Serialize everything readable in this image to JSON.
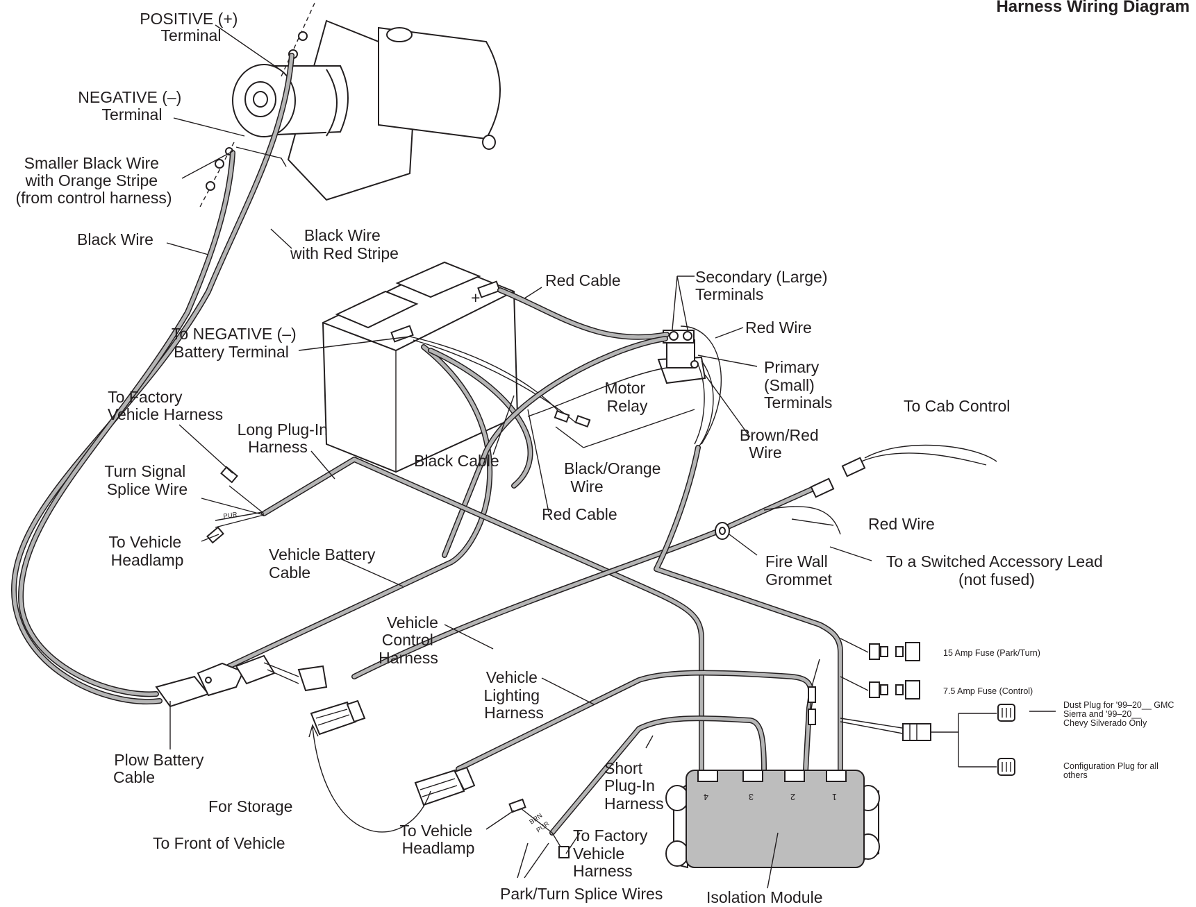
{
  "title": "Harness Wiring Diagram",
  "labels": {
    "positive_terminal": [
      "POSITIVE (+)",
      "Terminal"
    ],
    "negative_terminal": [
      "NEGATIVE (–)",
      "Terminal"
    ],
    "smaller_black_wire": [
      "Smaller Black Wire",
      "with Orange Stripe",
      "(from control harness)"
    ],
    "black_wire": [
      "Black Wire"
    ],
    "black_wire_red_stripe": [
      "Black Wire",
      "with Red Stripe"
    ],
    "red_cable_top": [
      "Red Cable"
    ],
    "secondary_terminals": [
      "Secondary (Large)",
      "Terminals"
    ],
    "red_wire_relay": [
      "Red Wire"
    ],
    "to_negative_battery": [
      "To NEGATIVE (–)",
      "Battery Terminal"
    ],
    "primary_terminals": [
      "Primary",
      "(Small)",
      "Terminals"
    ],
    "motor_relay": [
      "Motor",
      "Relay"
    ],
    "to_cab_control": [
      "To Cab Control"
    ],
    "brown_red_wire": [
      "Brown/Red",
      "Wire"
    ],
    "to_factory_harness_left": [
      "To Factory",
      "Vehicle Harness"
    ],
    "long_plugin_harness": [
      "Long Plug-In",
      "Harness"
    ],
    "black_cable": [
      "Black Cable"
    ],
    "black_orange_wire": [
      "Black/Orange",
      "Wire"
    ],
    "turn_signal_splice": [
      "Turn Signal",
      "Splice Wire"
    ],
    "red_cable_bottom": [
      "Red Cable"
    ],
    "red_wire_right": [
      "Red Wire"
    ],
    "to_vehicle_headlamp_left": [
      "To Vehicle",
      "Headlamp"
    ],
    "vehicle_battery_cable": [
      "Vehicle Battery",
      "Cable"
    ],
    "fire_wall_grommet": [
      "Fire Wall",
      "Grommet"
    ],
    "switched_accessory": [
      "To a Switched Accessory Lead",
      "(not fused)"
    ],
    "vehicle_control_harness": [
      "Vehicle",
      "Control",
      "Harness"
    ],
    "vehicle_lighting_harness": [
      "Vehicle",
      "Lighting",
      "Harness"
    ],
    "plow_battery_cable": [
      "Plow Battery",
      "Cable"
    ],
    "short_plugin_harness": [
      "Short",
      "Plug-In",
      "Harness"
    ],
    "for_storage": [
      "For Storage"
    ],
    "to_vehicle_headlamp_bottom": [
      "To Vehicle",
      "Headlamp"
    ],
    "to_factory_harness_bottom": [
      "To Factory",
      "Vehicle",
      "Harness"
    ],
    "to_front_of_vehicle": [
      "To Front of Vehicle"
    ],
    "park_turn_splice": [
      "Park/Turn Splice Wires"
    ],
    "isolation_module": [
      "Isolation Module"
    ],
    "fuse_15": [
      "15 Amp Fuse (Park/Turn)"
    ],
    "fuse_7_5": [
      "7.5 Amp Fuse (Control)"
    ],
    "dust_plug": [
      "Dust Plug for '99–20__ GMC",
      "Sierra and '99–20__",
      "Chevy Silverado Only"
    ],
    "config_plug": [
      "Configuration Plug for all",
      "others"
    ]
  },
  "wire_codes": {
    "pur_left": "PUR",
    "brn": "BRN",
    "pur_bottom": "PUR"
  },
  "battery_mark": "+",
  "module_ports": [
    "4",
    "3",
    "2",
    "1"
  ]
}
